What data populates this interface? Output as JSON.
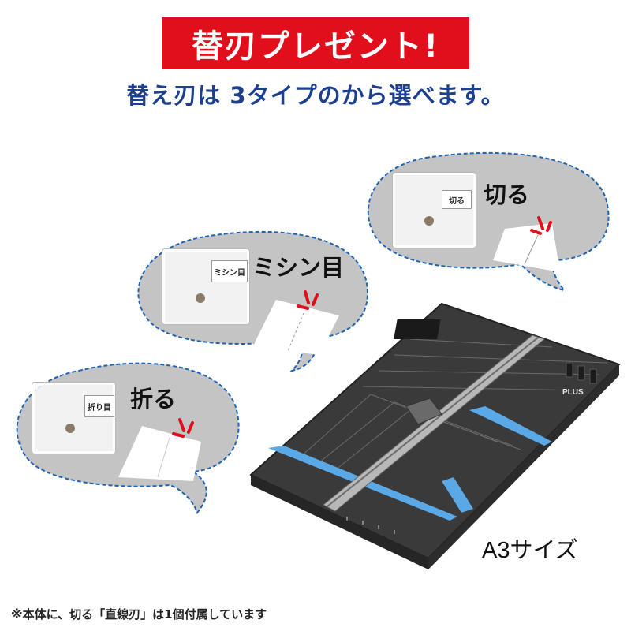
{
  "banner": {
    "title": "替刃プレゼント!",
    "color": "#e10e1b"
  },
  "subtitle": "替え刃は 3タイプのから選べます。",
  "blades": [
    {
      "label": "切る",
      "tag": "切る"
    },
    {
      "label": "ミシン目",
      "tag": "ミシン目"
    },
    {
      "label": "折る",
      "tag": "折り目"
    }
  ],
  "trimmer": {
    "brand": "PLUS",
    "size_label": "A3サイズ"
  },
  "footnote": "※本体に、切る「直線刃」は1個付属しています",
  "colors": {
    "bubble_fill": "#c4c4c4",
    "bubble_border": "#1f64b4",
    "trimmer_body": "#3a3a3a",
    "rail_accent": "#5aa8e6"
  }
}
